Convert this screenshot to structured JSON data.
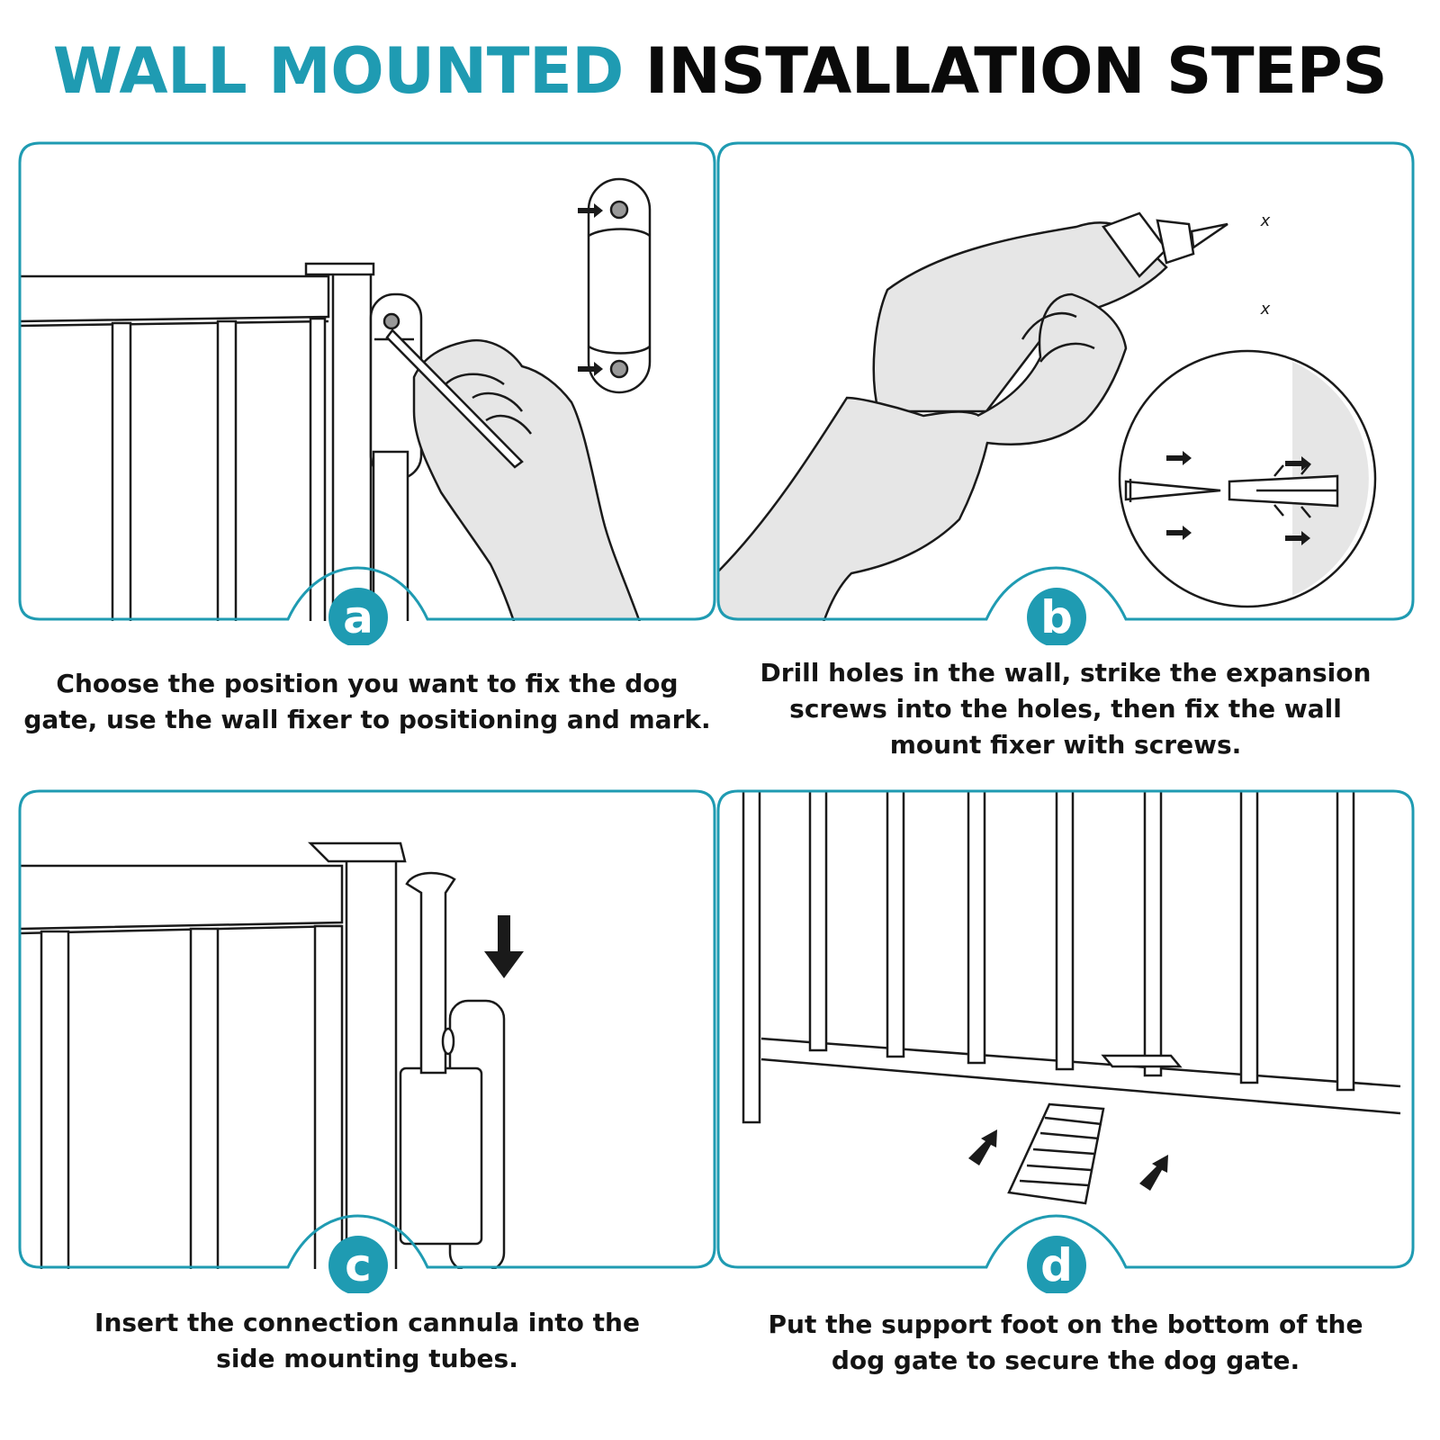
{
  "title": {
    "accent": "WALL MOUNTED",
    "main": "INSTALLATION STEPS"
  },
  "colors": {
    "accent": "#1f9bb2",
    "line": "#1a1a1a",
    "skin": "#e6e6e6"
  },
  "steps": [
    {
      "letter": "a",
      "caption": "Choose the position you want to fix the dog gate, use the wall fixer to positioning and mark."
    },
    {
      "letter": "b",
      "caption": "Drill holes in the wall, strike the expansion screws into the holes, then fix the wall mount fixer with screws."
    },
    {
      "letter": "c",
      "caption": "Insert the connection cannula into the side mounting tubes."
    },
    {
      "letter": "d",
      "caption": "Put the support foot on the bottom of the dog gate to secure the dog gate."
    }
  ],
  "icons": [
    "arrow-icon",
    "drill-mark-icon",
    "down-arrow-icon"
  ],
  "marks": [
    "x",
    "x"
  ]
}
